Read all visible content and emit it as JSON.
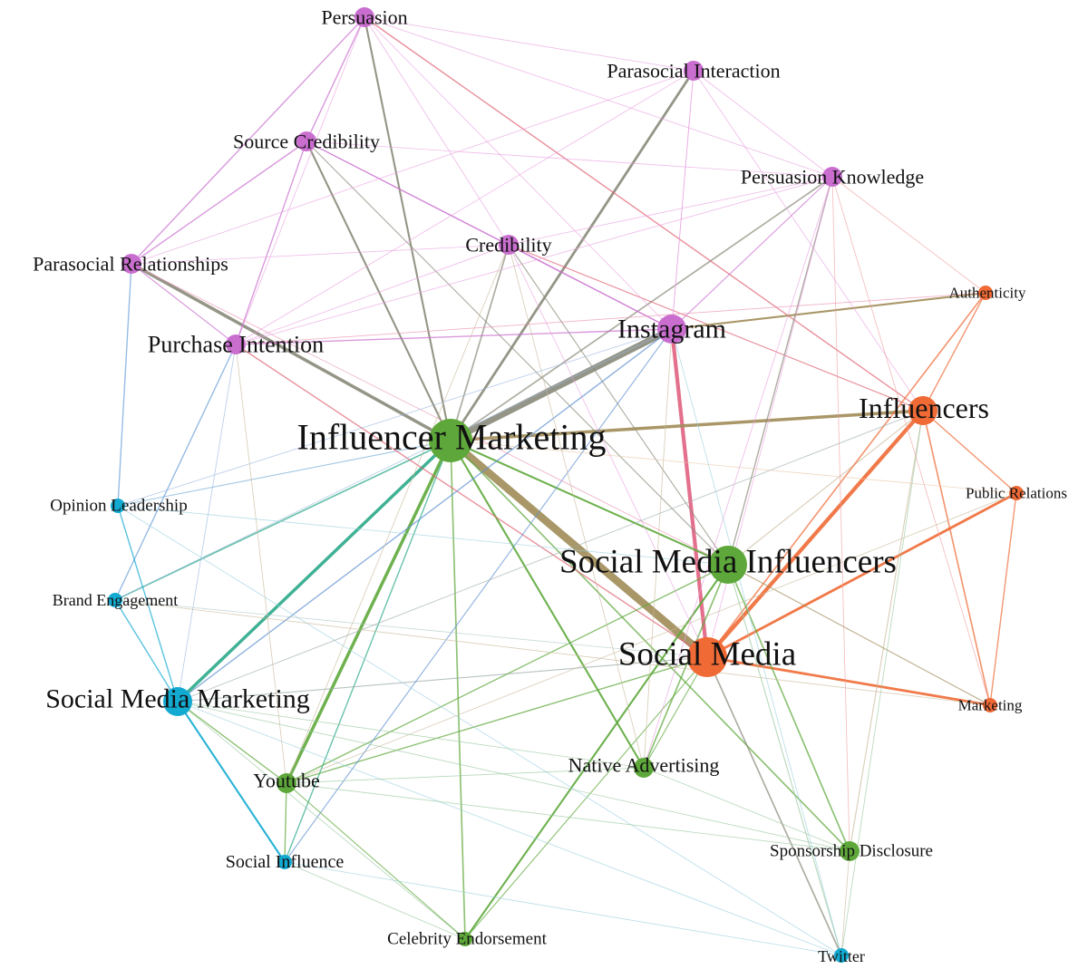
{
  "colors": {
    "purple": "#c96ecf",
    "green": "#5ea83b",
    "orange": "#f06a35",
    "blue": "#12aad1",
    "tan": "#a08c58",
    "gray": "#8a8a7a"
  },
  "nodes": [
    {
      "id": "persuasion",
      "label": "Persuasion",
      "cluster": "purple",
      "size": "small"
    },
    {
      "id": "parasocial-interaction",
      "label": "Parasocial Interaction",
      "cluster": "purple",
      "size": "small"
    },
    {
      "id": "source-credibility",
      "label": "Source Credibility",
      "cluster": "purple",
      "size": "small"
    },
    {
      "id": "persuasion-knowledge",
      "label": "Persuasion Knowledge",
      "cluster": "purple",
      "size": "small"
    },
    {
      "id": "credibility",
      "label": "Credibility",
      "cluster": "purple",
      "size": "small"
    },
    {
      "id": "parasocial-relationships",
      "label": "Parasocial Relationships",
      "cluster": "purple",
      "size": "small"
    },
    {
      "id": "authenticity",
      "label": "Authenticity",
      "cluster": "orange",
      "size": "tiny"
    },
    {
      "id": "instagram",
      "label": "Instagram",
      "cluster": "purple",
      "size": "medium"
    },
    {
      "id": "purchase-intention",
      "label": "Purchase Intention",
      "cluster": "purple",
      "size": "small"
    },
    {
      "id": "influencers",
      "label": "Influencers",
      "cluster": "orange",
      "size": "medium"
    },
    {
      "id": "influencer-marketing",
      "label": "Influencer Marketing",
      "cluster": "green",
      "size": "large"
    },
    {
      "id": "public-relations",
      "label": "Public Relations",
      "cluster": "orange",
      "size": "tiny"
    },
    {
      "id": "opinion-leadership",
      "label": "Opinion Leadership",
      "cluster": "blue",
      "size": "tiny"
    },
    {
      "id": "social-media-influencers",
      "label": "Social Media Influencers",
      "cluster": "green",
      "size": "large"
    },
    {
      "id": "brand-engagement",
      "label": "Brand Engagement",
      "cluster": "blue",
      "size": "tiny"
    },
    {
      "id": "social-media",
      "label": "Social Media",
      "cluster": "orange",
      "size": "large"
    },
    {
      "id": "social-media-marketing",
      "label": "Social Media Marketing",
      "cluster": "blue",
      "size": "medium"
    },
    {
      "id": "marketing",
      "label": "Marketing",
      "cluster": "orange",
      "size": "tiny"
    },
    {
      "id": "native-advertising",
      "label": "Native Advertising",
      "cluster": "green",
      "size": "small"
    },
    {
      "id": "youtube",
      "label": "Youtube",
      "cluster": "green",
      "size": "small"
    },
    {
      "id": "sponsorship-disclosure",
      "label": "Sponsorship Disclosure",
      "cluster": "green",
      "size": "small"
    },
    {
      "id": "social-influence",
      "label": "Social Influence",
      "cluster": "blue",
      "size": "tiny"
    },
    {
      "id": "celebrity-endorsement",
      "label": "Celebrity Endorsement",
      "cluster": "green",
      "size": "tiny"
    },
    {
      "id": "twitter",
      "label": "Twitter",
      "cluster": "blue",
      "size": "tiny"
    }
  ],
  "edges": [
    {
      "from": "influencer-marketing",
      "to": "social-media",
      "weight": 6,
      "color": "tan"
    },
    {
      "from": "influencer-marketing",
      "to": "instagram",
      "weight": 5,
      "color": "gray"
    },
    {
      "from": "instagram",
      "to": "social-media",
      "weight": 3,
      "color": "#e06080"
    },
    {
      "from": "influencers",
      "to": "social-media",
      "weight": 3,
      "color": "orange"
    },
    {
      "from": "influencer-marketing",
      "to": "social-media-marketing",
      "weight": 2.5,
      "color": "#2aa888"
    },
    {
      "from": "influencer-marketing",
      "to": "youtube",
      "weight": 2.5,
      "color": "green"
    },
    {
      "from": "influencer-marketing",
      "to": "influencers",
      "weight": 2.5,
      "color": "tan"
    },
    {
      "from": "influencer-marketing",
      "to": "parasocial-relationships",
      "weight": 2.5,
      "color": "gray"
    },
    {
      "from": "social-media",
      "to": "public-relations",
      "weight": 2,
      "color": "orange"
    },
    {
      "from": "social-media",
      "to": "marketing",
      "weight": 2,
      "color": "orange"
    },
    {
      "from": "influencer-marketing",
      "to": "parasocial-interaction",
      "weight": 2,
      "color": "gray"
    },
    {
      "from": "influencer-marketing",
      "to": "source-credibility",
      "weight": 1.5,
      "color": "gray"
    },
    {
      "from": "influencer-marketing",
      "to": "persuasion",
      "weight": 1.5,
      "color": "gray"
    },
    {
      "from": "influencer-marketing",
      "to": "social-media-influencers",
      "weight": 1.5,
      "color": "green"
    },
    {
      "from": "influencer-marketing",
      "to": "native-advertising",
      "weight": 1.5,
      "color": "green"
    },
    {
      "from": "influencer-marketing",
      "to": "celebrity-endorsement",
      "weight": 1.2,
      "color": "green"
    },
    {
      "from": "influencer-marketing",
      "to": "persuasion-knowledge",
      "weight": 1.2,
      "color": "gray"
    },
    {
      "from": "influencer-marketing",
      "to": "credibility",
      "weight": 1.2,
      "color": "gray"
    },
    {
      "from": "influencer-marketing",
      "to": "sponsorship-disclosure",
      "weight": 1.2,
      "color": "green"
    },
    {
      "from": "influencer-marketing",
      "to": "brand-engagement",
      "weight": 1.2,
      "color": "#2aa888"
    },
    {
      "from": "influencer-marketing",
      "to": "social-influence",
      "weight": 1,
      "color": "#2aa888"
    },
    {
      "from": "influencer-marketing",
      "to": "opinion-leadership",
      "weight": 0.8,
      "color": "#7ab0d8"
    },
    {
      "from": "influencers",
      "to": "marketing",
      "weight": 1.2,
      "color": "orange"
    },
    {
      "from": "influencers",
      "to": "public-relations",
      "weight": 1,
      "color": "orange"
    },
    {
      "from": "influencers",
      "to": "authenticity",
      "weight": 1,
      "color": "orange"
    },
    {
      "from": "influencers",
      "to": "persuasion",
      "weight": 1,
      "color": "#e06070"
    },
    {
      "from": "influencers",
      "to": "credibility",
      "weight": 0.8,
      "color": "#e06070"
    },
    {
      "from": "influencers",
      "to": "sponsorship-disclosure",
      "weight": 0.8,
      "color": "#c9b99a"
    },
    {
      "from": "influencers",
      "to": "social-media-influencers",
      "weight": 0.8,
      "color": "#c9b99a"
    },
    {
      "from": "social-media",
      "to": "authenticity",
      "weight": 1.2,
      "color": "orange"
    },
    {
      "from": "social-media",
      "to": "twitter",
      "weight": 1.2,
      "color": "gray"
    },
    {
      "from": "social-media",
      "to": "youtube",
      "weight": 1,
      "color": "green"
    },
    {
      "from": "social-media",
      "to": "purchase-intention",
      "weight": 1,
      "color": "#e06070"
    },
    {
      "from": "social-media",
      "to": "native-advertising",
      "weight": 0.8,
      "color": "green"
    },
    {
      "from": "social-media",
      "to": "celebrity-endorsement",
      "weight": 0.8,
      "color": "green"
    },
    {
      "from": "social-media",
      "to": "social-media-marketing",
      "weight": 0.8,
      "color": "#9aa8a8"
    },
    {
      "from": "social-media-influencers",
      "to": "celebrity-endorsement",
      "weight": 1.5,
      "color": "green"
    },
    {
      "from": "social-media-influencers",
      "to": "native-advertising",
      "weight": 1.2,
      "color": "green"
    },
    {
      "from": "social-media-influencers",
      "to": "sponsorship-disclosure",
      "weight": 1.2,
      "color": "green"
    },
    {
      "from": "social-media-influencers",
      "to": "youtube",
      "weight": 1,
      "color": "green"
    },
    {
      "from": "social-media-influencers",
      "to": "persuasion-knowledge",
      "weight": 1,
      "color": "gray"
    },
    {
      "from": "social-media-influencers",
      "to": "credibility",
      "weight": 0.8,
      "color": "gray"
    },
    {
      "from": "social-media-influencers",
      "to": "source-credibility",
      "weight": 0.8,
      "color": "gray"
    },
    {
      "from": "social-media-influencers",
      "to": "marketing",
      "weight": 0.8,
      "color": "tan"
    },
    {
      "from": "social-media-influencers",
      "to": "twitter",
      "weight": 0.8,
      "color": "#9ac8a0"
    },
    {
      "from": "instagram",
      "to": "authenticity",
      "weight": 1.5,
      "color": "tan"
    },
    {
      "from": "instagram",
      "to": "purchase-intention",
      "weight": 1,
      "color": "purple"
    },
    {
      "from": "instagram",
      "to": "credibility",
      "weight": 1,
      "color": "purple"
    },
    {
      "from": "instagram",
      "to": "persuasion-knowledge",
      "weight": 0.8,
      "color": "purple"
    },
    {
      "from": "instagram",
      "to": "source-credibility",
      "weight": 0.8,
      "color": "purple"
    },
    {
      "from": "instagram",
      "to": "social-media-marketing",
      "weight": 1,
      "color": "#6090d0"
    },
    {
      "from": "instagram",
      "to": "social-influence",
      "weight": 0.8,
      "color": "#6090d0"
    },
    {
      "from": "instagram",
      "to": "brand-engagement",
      "weight": 0.6,
      "color": "#9ab8e0"
    },
    {
      "from": "instagram",
      "to": "native-advertising",
      "weight": 0.6,
      "color": "#c9b99a"
    },
    {
      "from": "instagram",
      "to": "parasocial-interaction",
      "weight": 0.6,
      "color": "#e8a0e0"
    },
    {
      "from": "persuasion",
      "to": "source-credibility",
      "weight": 1,
      "color": "purple"
    },
    {
      "from": "persuasion",
      "to": "parasocial-relationships",
      "weight": 1,
      "color": "purple"
    },
    {
      "from": "persuasion",
      "to": "parasocial-interaction",
      "weight": 0.6,
      "color": "#e8a0e0"
    },
    {
      "from": "persuasion",
      "to": "persuasion-knowledge",
      "weight": 0.6,
      "color": "#e8a0e0"
    },
    {
      "from": "persuasion",
      "to": "credibility",
      "weight": 0.6,
      "color": "#e8a0e0"
    },
    {
      "from": "persuasion",
      "to": "purchase-intention",
      "weight": 0.6,
      "color": "#e8a0e0"
    },
    {
      "from": "persuasion",
      "to": "instagram",
      "weight": 0.6,
      "color": "#e8a0e0"
    },
    {
      "from": "source-credibility",
      "to": "purchase-intention",
      "weight": 1,
      "color": "purple"
    },
    {
      "from": "source-credibility",
      "to": "parasocial-relationships",
      "weight": 1,
      "color": "purple"
    },
    {
      "from": "source-credibility",
      "to": "credibility",
      "weight": 0.8,
      "color": "purple"
    },
    {
      "from": "source-credibility",
      "to": "persuasion-knowledge",
      "weight": 0.6,
      "color": "#e8a0e0"
    },
    {
      "from": "parasocial-relationships",
      "to": "parasocial-interaction",
      "weight": 0.6,
      "color": "#e8a0e0"
    },
    {
      "from": "parasocial-relationships",
      "to": "purchase-intention",
      "weight": 0.8,
      "color": "purple"
    },
    {
      "from": "parasocial-relationships",
      "to": "opinion-leadership",
      "weight": 1,
      "color": "#6aa0d8"
    },
    {
      "from": "parasocial-relationships",
      "to": "social-media-influencers",
      "weight": 0.6,
      "color": "#e890b0"
    },
    {
      "from": "parasocial-interaction",
      "to": "instagram",
      "weight": 0.6,
      "color": "#e8a0e0"
    },
    {
      "from": "parasocial-interaction",
      "to": "purchase-intention",
      "weight": 0.6,
      "color": "#e8a0e0"
    },
    {
      "from": "parasocial-interaction",
      "to": "persuasion-knowledge",
      "weight": 0.6,
      "color": "#e8a0e0"
    },
    {
      "from": "parasocial-interaction",
      "to": "influencers",
      "weight": 0.6,
      "color": "#e8a0e0"
    },
    {
      "from": "persuasion-knowledge",
      "to": "credibility",
      "weight": 0.6,
      "color": "#e8a0e0"
    },
    {
      "from": "persuasion-knowledge",
      "to": "purchase-intention",
      "weight": 0.6,
      "color": "#e8a0e0"
    },
    {
      "from": "persuasion-knowledge",
      "to": "marketing",
      "weight": 0.6,
      "color": "#f0a0a0"
    },
    {
      "from": "persuasion-knowledge",
      "to": "social-media",
      "weight": 0.6,
      "color": "#e8a0e0"
    },
    {
      "from": "credibility",
      "to": "purchase-intention",
      "weight": 0.6,
      "color": "#e8a0e0"
    },
    {
      "from": "credibility",
      "to": "parasocial-relationships",
      "weight": 0.6,
      "color": "#e8a0e0"
    },
    {
      "from": "credibility",
      "to": "social-media",
      "weight": 0.6,
      "color": "#e8a0e0"
    },
    {
      "from": "credibility",
      "to": "youtube",
      "weight": 0.6,
      "color": "#c9b99a"
    },
    {
      "from": "credibility",
      "to": "native-advertising",
      "weight": 0.6,
      "color": "#c9b99a"
    },
    {
      "from": "purchase-intention",
      "to": "brand-engagement",
      "weight": 1,
      "color": "#6aa0d8"
    },
    {
      "from": "purchase-intention",
      "to": "social-media-marketing",
      "weight": 0.6,
      "color": "#9ab8e0"
    },
    {
      "from": "purchase-intention",
      "to": "youtube",
      "weight": 0.6,
      "color": "#c9b99a"
    },
    {
      "from": "purchase-intention",
      "to": "authenticity",
      "weight": 0.6,
      "color": "#e890b0"
    },
    {
      "from": "opinion-leadership",
      "to": "social-media-marketing",
      "weight": 1,
      "color": "blue"
    },
    {
      "from": "opinion-leadership",
      "to": "social-media-influencers",
      "weight": 0.6,
      "color": "#9ad0e0"
    },
    {
      "from": "opinion-leadership",
      "to": "twitter",
      "weight": 0.6,
      "color": "#9ad0e0"
    },
    {
      "from": "opinion-leadership",
      "to": "instagram",
      "weight": 0.6,
      "color": "#9ab8e0"
    },
    {
      "from": "brand-engagement",
      "to": "social-media-marketing",
      "weight": 1,
      "color": "blue"
    },
    {
      "from": "brand-engagement",
      "to": "social-media",
      "weight": 0.6,
      "color": "#b0c8c8"
    },
    {
      "from": "brand-engagement",
      "to": "marketing",
      "weight": 0.6,
      "color": "#c9b99a"
    },
    {
      "from": "social-media-marketing",
      "to": "social-influence",
      "weight": 1.5,
      "color": "blue"
    },
    {
      "from": "social-media-marketing",
      "to": "youtube",
      "weight": 1,
      "color": "green"
    },
    {
      "from": "social-media-marketing",
      "to": "influencers",
      "weight": 0.6,
      "color": "#9aa8a8"
    },
    {
      "from": "social-media-marketing",
      "to": "celebrity-endorsement",
      "weight": 0.6,
      "color": "#9ac8a0"
    },
    {
      "from": "social-media-marketing",
      "to": "twitter",
      "weight": 0.6,
      "color": "#9ad0e0"
    },
    {
      "from": "social-media-marketing",
      "to": "native-advertising",
      "weight": 0.6,
      "color": "#9ac8a0"
    },
    {
      "from": "social-media-marketing",
      "to": "sponsorship-disclosure",
      "weight": 0.6,
      "color": "#9ac8a0"
    },
    {
      "from": "youtube",
      "to": "social-influence",
      "weight": 1,
      "color": "green"
    },
    {
      "from": "youtube",
      "to": "celebrity-endorsement",
      "weight": 0.8,
      "color": "green"
    },
    {
      "from": "youtube",
      "to": "native-advertising",
      "weight": 0.6,
      "color": "#9ac8a0"
    },
    {
      "from": "youtube",
      "to": "sponsorship-disclosure",
      "weight": 0.6,
      "color": "#9ac8a0"
    },
    {
      "from": "youtube",
      "to": "public-relations",
      "weight": 0.6,
      "color": "#c9b99a"
    },
    {
      "from": "social-influence",
      "to": "twitter",
      "weight": 0.6,
      "color": "#9ad0e0"
    },
    {
      "from": "social-influence",
      "to": "celebrity-endorsement",
      "weight": 0.6,
      "color": "#9ac8a0"
    },
    {
      "from": "native-advertising",
      "to": "sponsorship-disclosure",
      "weight": 0.6,
      "color": "#9ac8a0"
    },
    {
      "from": "native-advertising",
      "to": "persuasion-knowledge",
      "weight": 0.6,
      "color": "#e8a0e0"
    },
    {
      "from": "sponsorship-disclosure",
      "to": "twitter",
      "weight": 0.6,
      "color": "#c9b99a"
    },
    {
      "from": "sponsorship-disclosure",
      "to": "persuasion-knowledge",
      "weight": 0.6,
      "color": "#f0a0a0"
    },
    {
      "from": "twitter",
      "to": "influencers",
      "weight": 0.6,
      "color": "#9ac8a0"
    },
    {
      "from": "twitter",
      "to": "instagram",
      "weight": 0.6,
      "color": "#9ad0e0"
    },
    {
      "from": "authenticity",
      "to": "persuasion-knowledge",
      "weight": 0.6,
      "color": "#f0a0a0"
    },
    {
      "from": "public-relations",
      "to": "marketing",
      "weight": 1,
      "color": "orange"
    },
    {
      "from": "public-relations",
      "to": "influencer-marketing",
      "weight": 0.6,
      "color": "#e8c8a8"
    }
  ]
}
